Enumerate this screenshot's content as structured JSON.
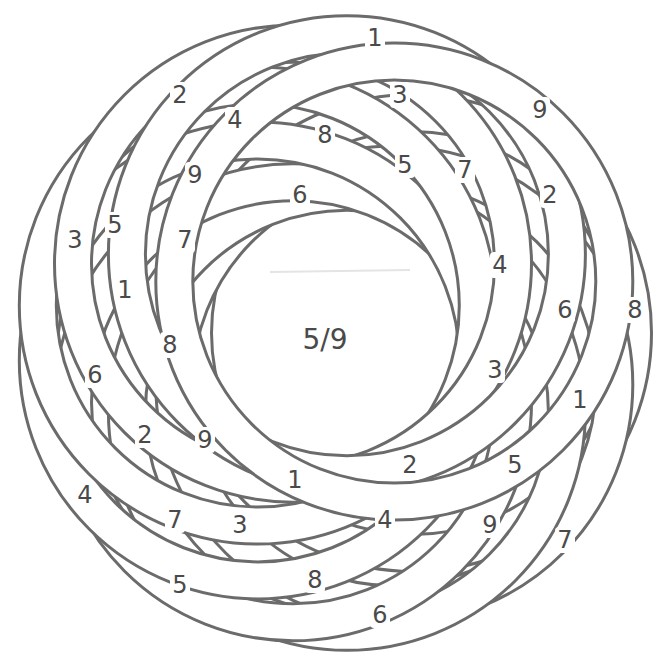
{
  "diagram": {
    "labels": [
      "1",
      "2",
      "4",
      "8",
      "3",
      "9",
      "7",
      "5",
      "6",
      "9",
      "5",
      "3",
      "7",
      "2",
      "1",
      "4",
      "6",
      "8",
      "5/9",
      "8",
      "6",
      "3",
      "1",
      "2",
      "9",
      "2",
      "5",
      "1",
      "4",
      "7",
      "3",
      "4",
      "9",
      "7",
      "8",
      "5",
      "6"
    ]
  }
}
